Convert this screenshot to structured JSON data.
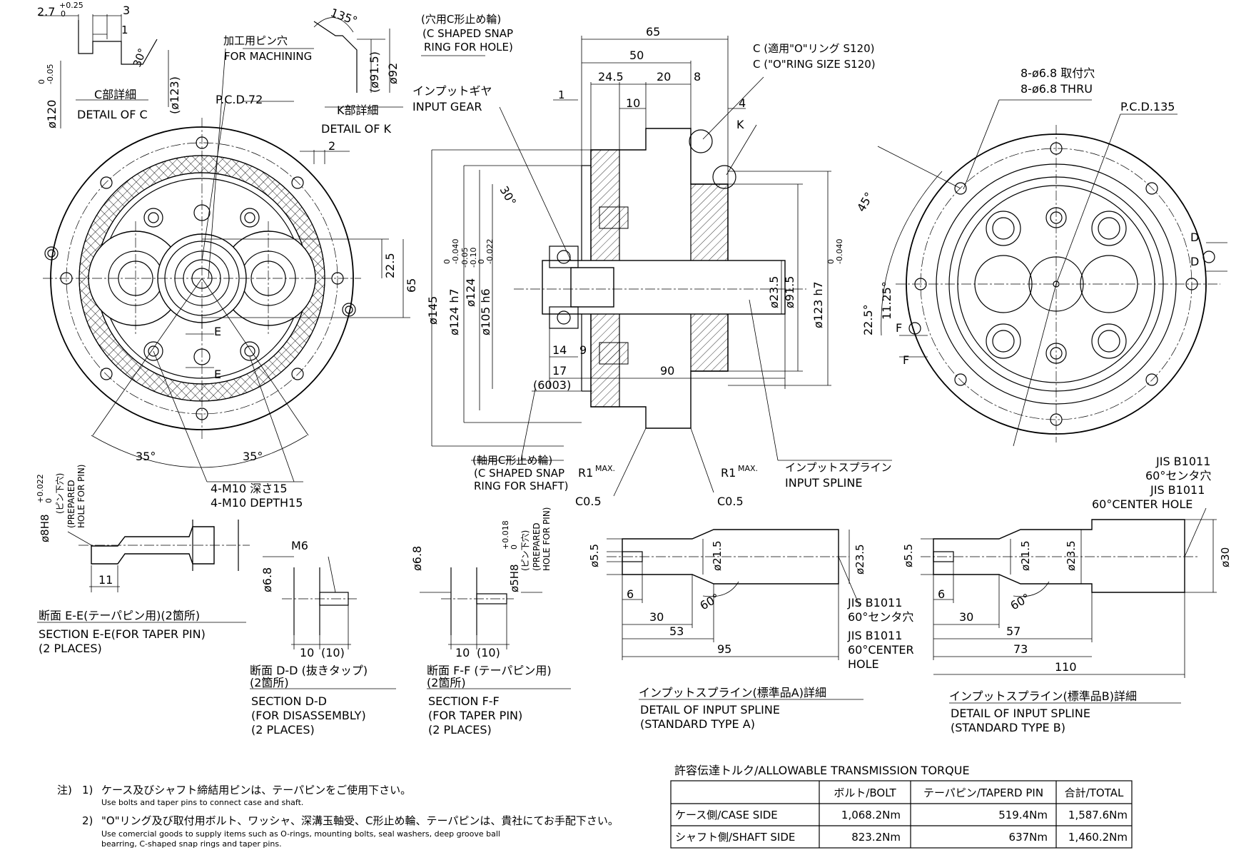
{
  "detail_c": {
    "dims": [
      "2.7",
      "+0.25",
      "0",
      "3",
      "1",
      "30°",
      "(ø123)",
      "ø120",
      "0",
      "-0.05"
    ],
    "title_jp": "C部詳細",
    "title_en": "DETAIL OF C"
  },
  "detail_k": {
    "dims": [
      "135°",
      "(ø91.5)",
      "ø92"
    ],
    "title_jp": "K部詳細",
    "title_en": "DETAIL OF K"
  },
  "front_view": {
    "labels": [
      "加工用ピン穴",
      "FOR MACHINING",
      "P.C.D.72",
      "2",
      "22.5",
      "65",
      "E",
      "E",
      "35°",
      "35°",
      "4-M10 深さ15",
      "4-M10 DEPTH15"
    ]
  },
  "side_view": {
    "labels": [
      "(穴用C形止め輪)",
      "(C SHAPED SNAP",
      "RING FOR HOLE)",
      "65",
      "50",
      "24.5",
      "20",
      "8",
      "1",
      "10",
      "4",
      "K",
      "インプットギヤ",
      "INPUT GEAR",
      "30°",
      "C (適用\"O\"リング S120)",
      "C (\"O\"RING SIZE S120)",
      "ø145",
      "ø124 h7",
      "0",
      "-0.040",
      "ø124",
      "-0.05",
      "-0.10",
      "ø105 h6",
      "0",
      "-0.022",
      "ø23.5",
      "ø91.5",
      "ø123 h7",
      "0",
      "-0.040",
      "14",
      "9",
      "17",
      "(6003)",
      "90",
      "(軸用C形止め輪)",
      "(C SHAPED SNAP",
      "RING FOR SHAFT)",
      "R1",
      "MAX.",
      "R1",
      "MAX.",
      "C0.5",
      "C0.5",
      "インプットスプライン",
      "INPUT SPLINE"
    ]
  },
  "back_view": {
    "labels": [
      "8-ø6.8 取付穴",
      "8-ø6.8 THRU",
      "P.C.D.135",
      "45°",
      "22.5°",
      "11.25°",
      "D",
      "D",
      "F",
      "F"
    ]
  },
  "section_ee": {
    "labels": [
      "ø8H8",
      "+0.022",
      "0",
      "(ピン下穴)",
      "(PREPARED",
      "HOLE FOR PIN)",
      "11"
    ],
    "title_jp": "断面 E-E(テーパピン用)(2箇所)",
    "title_en1": "SECTION E-E(FOR TAPER PIN)",
    "title_en2": "(2 PLACES)"
  },
  "section_dd": {
    "labels": [
      "M6",
      "ø6.8",
      "10",
      "(10)"
    ],
    "title_jp1": "断面 D-D (抜きタップ)",
    "title_jp2": "(2箇所)",
    "title_en1": "SECTION D-D",
    "title_en2": "(FOR DISASSEMBLY)",
    "title_en3": "(2 PLACES)"
  },
  "section_ff": {
    "labels": [
      "ø6.8",
      "ø5H8",
      "+0.018",
      "0",
      "(ピン下穴)",
      "(PREPARED",
      "HOLE FOR PIN)",
      "10",
      "(10)"
    ],
    "title_jp1": "断面 F-F (テーパピン用)",
    "title_jp2": "(2箇所)",
    "title_en1": "SECTION F-F",
    "title_en2": "(FOR TAPER PIN)",
    "title_en3": "(2 PLACES)"
  },
  "spline_a": {
    "labels": [
      "ø5.5",
      "ø21.5",
      "ø23.5",
      "6",
      "60°",
      "30",
      "53",
      "95",
      "JIS B1011",
      "60°センタ穴",
      "JIS B1011",
      "60°CENTER",
      "HOLE"
    ],
    "title_jp": "インプットスプライン(標準品A)詳細",
    "title_en1": "DETAIL OF INPUT SPLINE",
    "title_en2": "(STANDARD TYPE A)"
  },
  "spline_b": {
    "labels": [
      "JIS B1011",
      "60°センタ穴",
      "JIS B1011",
      "60°CENTER HOLE",
      "ø5.5",
      "ø21.5",
      "ø23.5",
      "ø30",
      "6",
      "60°",
      "30",
      "57",
      "73",
      "110"
    ],
    "title_jp": "インプットスプライン(標準品B)詳細",
    "title_en1": "DETAIL OF INPUT SPLINE",
    "title_en2": "(STANDARD TYPE B)"
  },
  "notes": {
    "head": "注)",
    "items": [
      {
        "num": "1)",
        "jp": "ケース及びシャフト締結用ピンは、テーパピンをご使用下さい。",
        "en1": "Use bolts and taper pins to connect case and shaft.",
        "en2": ""
      },
      {
        "num": "2)",
        "jp": "\"O\"リング及び取付用ボルト、ワッシャ、深溝玉軸受、C形止め輪、テーパピンは、貴社にてお手配下さい。",
        "en1": "Use comercial goods to supply items such as O-rings, mounting bolts, seal washers, deep groove ball",
        "en2": "bearring, C-shaped snap rings and taper pins."
      }
    ]
  },
  "torque_table": {
    "title": "許容伝達トルク/ALLOWABLE TRANSMISSION TORQUE",
    "headers": [
      "",
      "ボルト/BOLT",
      "テーパピン/TAPERD PIN",
      "合計/TOTAL"
    ],
    "rows": [
      [
        "ケース側/CASE SIDE",
        "1,068.2Nm",
        "519.4Nm",
        "1,587.6Nm"
      ],
      [
        "シャフト側/SHAFT SIDE",
        "823.2Nm",
        "637Nm",
        "1,460.2Nm"
      ]
    ]
  }
}
